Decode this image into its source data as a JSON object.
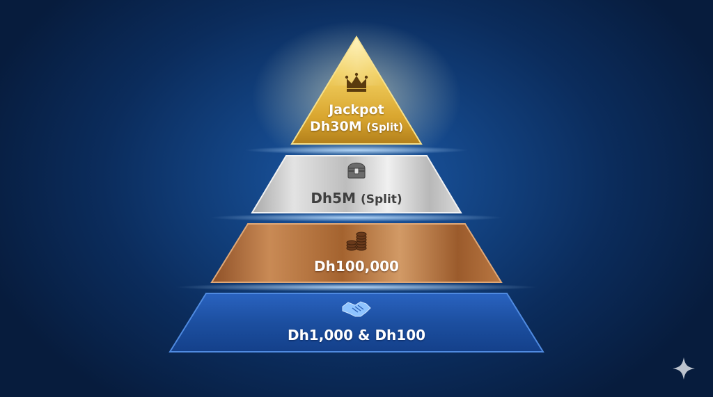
{
  "pyramid": {
    "tiers": [
      {
        "id": "jackpot",
        "icon": "crown-icon",
        "line1": "Jackpot",
        "main": "Dh30M",
        "suffix": "(Split)",
        "color": "#e6b83c"
      },
      {
        "id": "second",
        "icon": "treasure-chest-icon",
        "main": "Dh5M",
        "suffix": "(Split)",
        "color": "#c8c8c8"
      },
      {
        "id": "third",
        "icon": "coins-stack-icon",
        "main": "Dh100,000",
        "color": "#b06a36"
      },
      {
        "id": "fourth",
        "icon": "handshake-icon",
        "main": "Dh1,000 & Dh100",
        "color": "#1c4fa0"
      }
    ]
  },
  "watermark": {
    "icon": "sparkle-icon"
  }
}
